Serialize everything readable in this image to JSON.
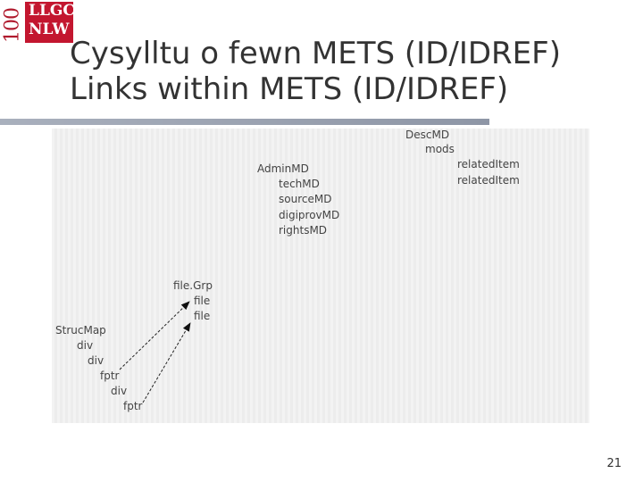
{
  "logo": {
    "number": "100",
    "line1": "LLGC",
    "line2": "NLW"
  },
  "title": {
    "line1": "Cysylltu o fewn METS (ID/IDREF)",
    "line2": "Links within METS (ID/IDREF)"
  },
  "diagram": {
    "dmd": {
      "root": "DescMD",
      "child": "mods",
      "items": [
        "relatedItem",
        "relatedItem"
      ]
    },
    "admin": {
      "root": "AdminMD",
      "items": [
        "techMD",
        "sourceMD",
        "digiprovMD",
        "rightsMD"
      ]
    },
    "filegrp": {
      "root": "file.Grp",
      "items": [
        "file",
        "file"
      ]
    },
    "structmap": {
      "root": "StrucMap",
      "items": [
        "div",
        "div",
        "fptr",
        "div",
        "fptr"
      ]
    }
  },
  "slide_number": "21"
}
